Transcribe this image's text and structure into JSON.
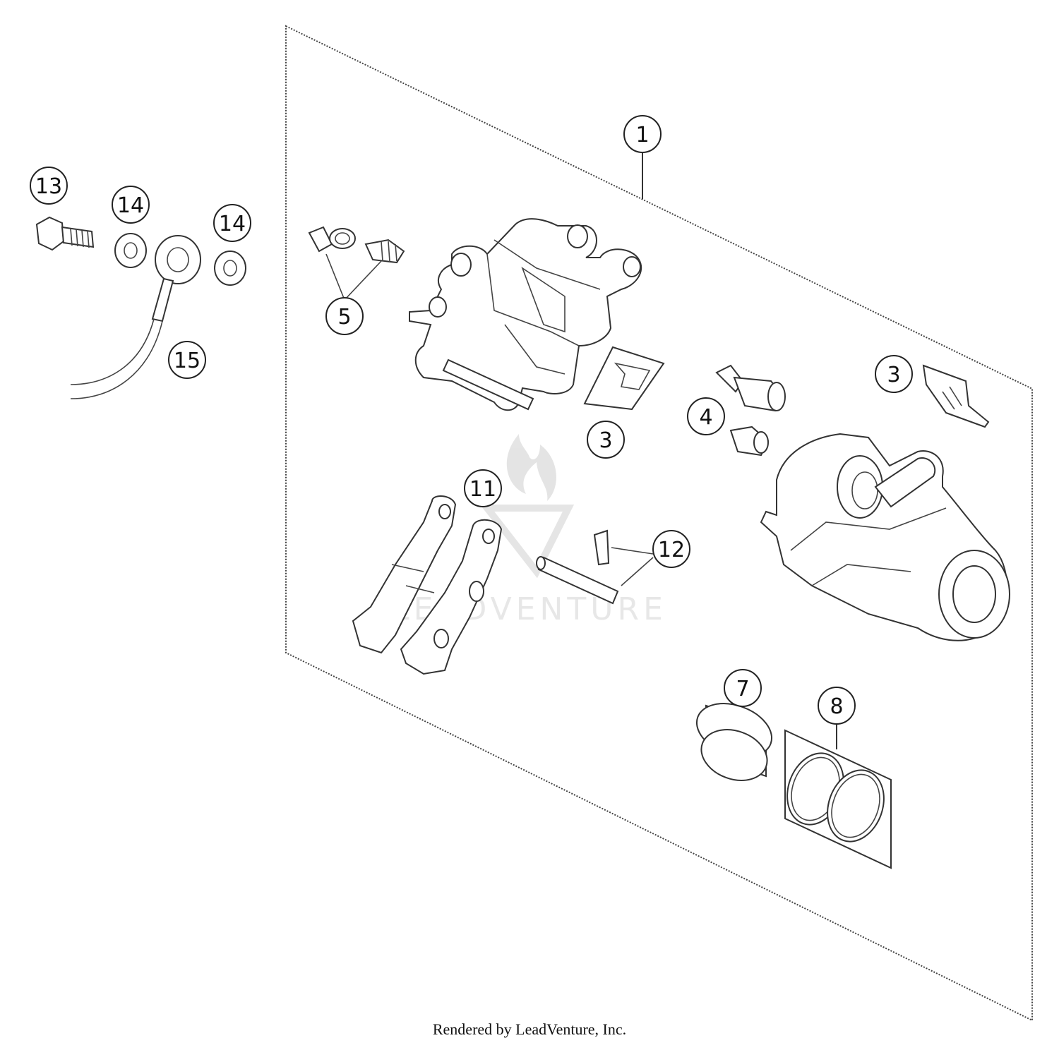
{
  "callouts": {
    "c1": "1",
    "c3a": "3",
    "c3b": "3",
    "c4": "4",
    "c5": "5",
    "c7": "7",
    "c8": "8",
    "c11": "11",
    "c12": "12",
    "c13": "13",
    "c14a": "14",
    "c14b": "14",
    "c15": "15"
  },
  "watermark": {
    "text": "LEADVENTURE",
    "color": "#d9d9d9"
  },
  "footer": {
    "text": "Rendered by LeadVenture, Inc."
  },
  "colors": {
    "line": "#333333",
    "background": "#ffffff"
  }
}
